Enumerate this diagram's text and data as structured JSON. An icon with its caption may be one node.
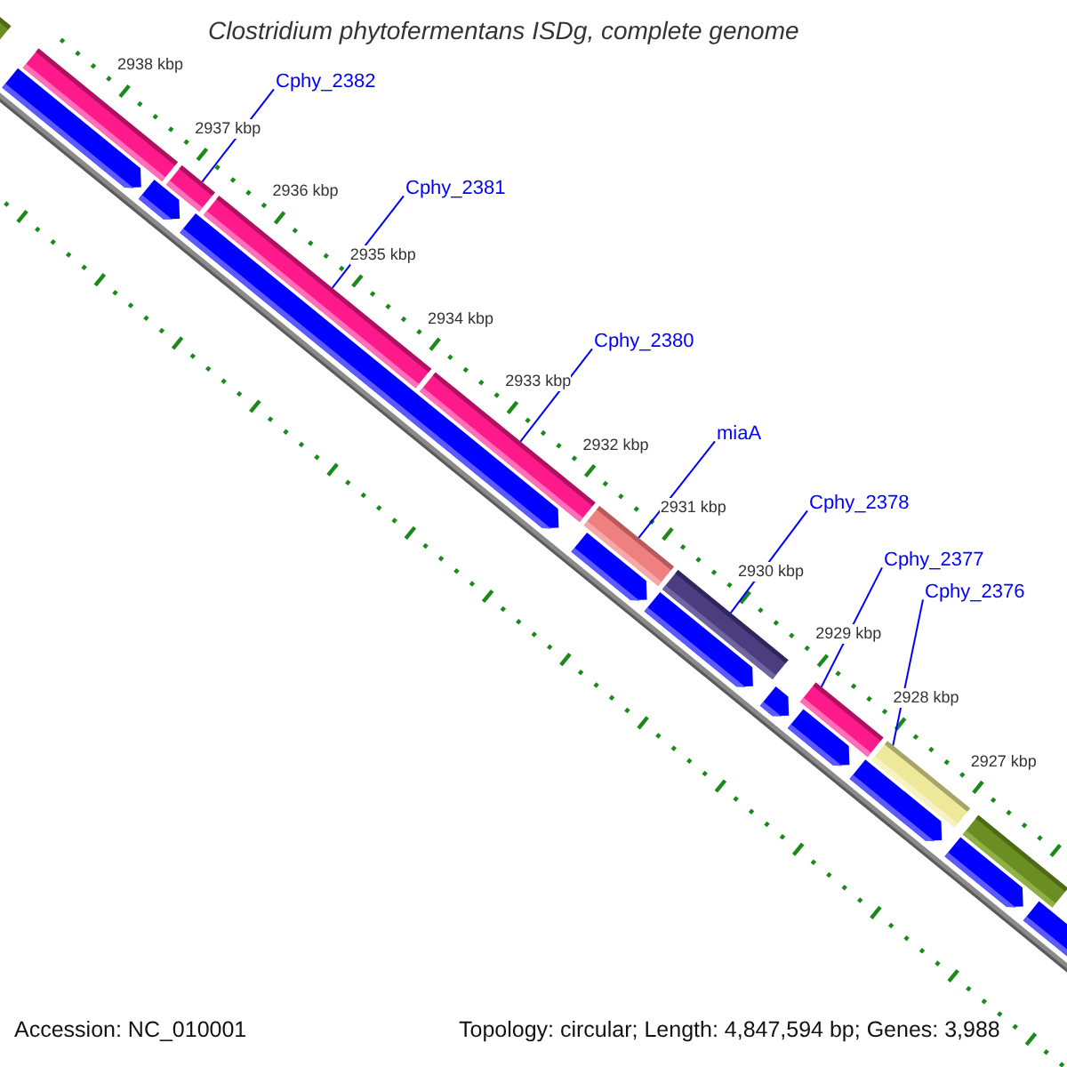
{
  "diagram": {
    "title": "Clostridium phytofermentans ISDg, complete genome",
    "nodes": [
      {
        "text": [
          "Cphy_2382"
        ]
      },
      {
        "text": [
          "Cphy_2381"
        ]
      },
      {
        "text": [
          "Cphy_2380"
        ]
      },
      {
        "text": [
          "miaA"
        ]
      },
      {
        "text": [
          "Cphy_2378"
        ]
      },
      {
        "text": [
          "Cphy_2377"
        ]
      },
      {
        "text": [
          "Cphy_2376"
        ]
      },
      {
        "text": [],
        "shape": "bar"
      },
      {
        "text": [],
        "shape": "bar"
      },
      {
        "text": [],
        "shape": "bar"
      },
      {
        "text": [],
        "shape": "bar"
      },
      {
        "text": [],
        "shape": "bar"
      },
      {
        "text": [],
        "shape": "bar"
      },
      {
        "text": [],
        "shape": "bar"
      },
      {
        "text": [],
        "shape": "bar"
      },
      {
        "text": [],
        "shape": "bar"
      },
      {
        "text": [],
        "shape": "bar"
      }
    ],
    "edges": [
      {
        "from": 0,
        "to": 9,
        "arrow": "none"
      },
      {
        "from": 1,
        "to": 10,
        "arrow": "none"
      },
      {
        "from": 2,
        "to": 11,
        "arrow": "none"
      },
      {
        "from": 3,
        "to": 12,
        "arrow": "none"
      },
      {
        "from": 4,
        "to": 13,
        "arrow": "none"
      },
      {
        "from": 5,
        "to": 14,
        "arrow": "none"
      },
      {
        "from": 6,
        "to": 15,
        "arrow": "none"
      }
    ],
    "labels": [
      "2938 kbp",
      "2937 kbp",
      "2936 kbp",
      "2935 kbp",
      "2934 kbp",
      "2933 kbp",
      "2932 kbp",
      "2931 kbp",
      "2930 kbp",
      "2929 kbp",
      "2928 kbp",
      "2927 kbp",
      "Accession: NC_010001",
      "Topology: circular; Length: 4,847,594 bp; Genes: 3,988"
    ]
  }
}
